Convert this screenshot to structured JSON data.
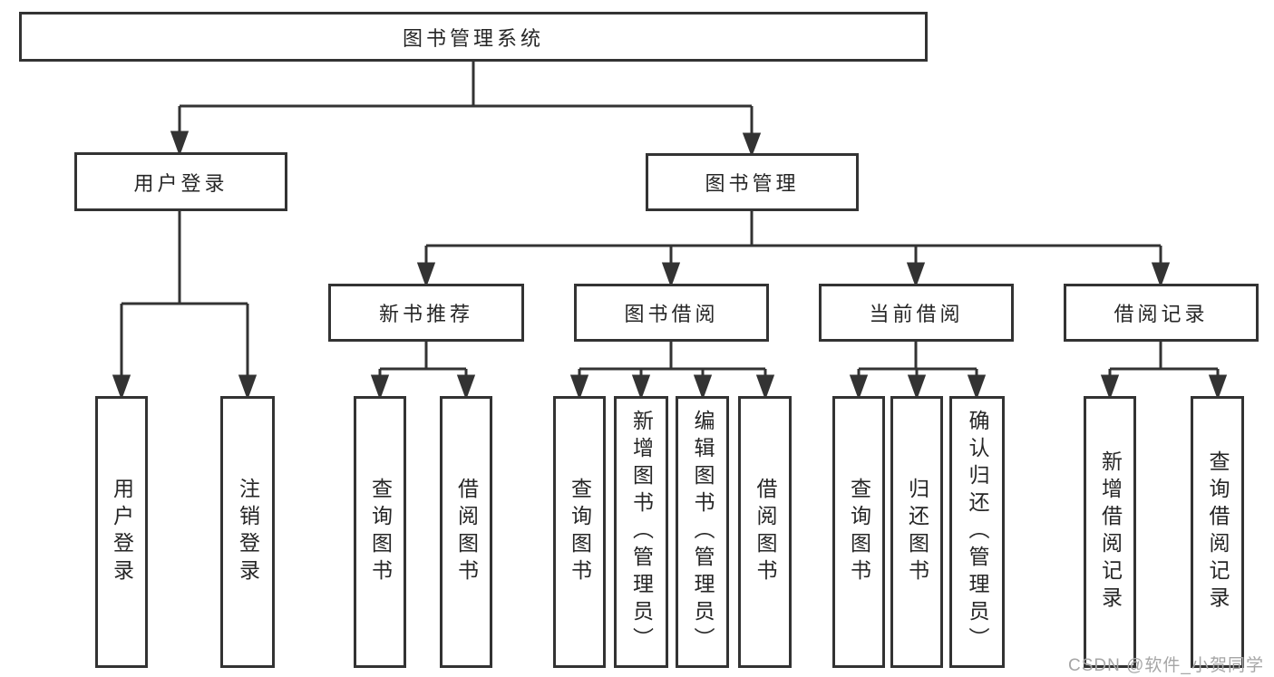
{
  "tree": {
    "root": "图书管理系统",
    "branches": [
      {
        "label": "用户登录",
        "leaves": [
          "用户登录",
          "注销登录"
        ]
      },
      {
        "label": "图书管理",
        "sections": [
          {
            "label": "新书推荐",
            "leaves": [
              "查询图书",
              "借阅图书"
            ]
          },
          {
            "label": "图书借阅",
            "leaves": [
              "查询图书",
              "新增图书（管理员）",
              "编辑图书（管理员）",
              "借阅图书"
            ]
          },
          {
            "label": "当前借阅",
            "leaves": [
              "查询图书",
              "归还图书",
              "确认归还（管理员）"
            ]
          },
          {
            "label": "借阅记录",
            "leaves": [
              "新增借阅记录",
              "查询借阅记录"
            ]
          }
        ]
      }
    ]
  },
  "watermark": {
    "text": "CSDN @软件_小贺同学"
  },
  "colors": {
    "line": "#333333",
    "box_border": "#333333",
    "text": "#262626",
    "watermark": "#a6a6a6",
    "background": "#ffffff"
  }
}
